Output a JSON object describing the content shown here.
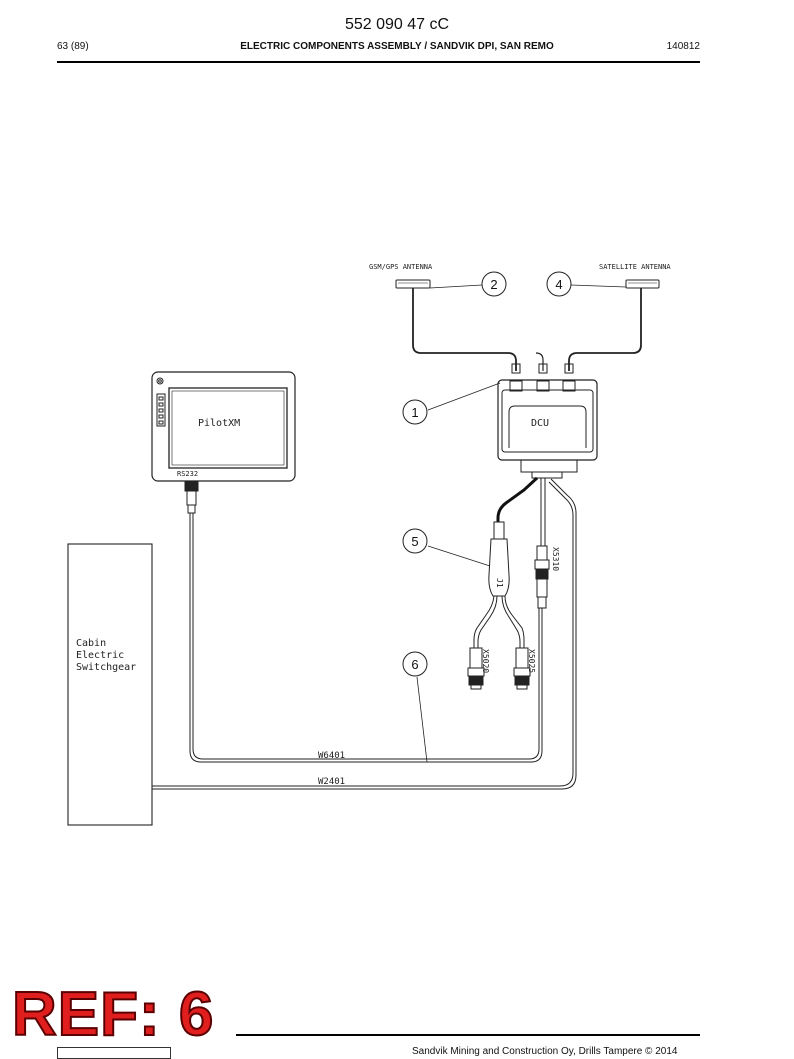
{
  "header": {
    "document_number": "552 090 47 cC",
    "page": "63 (89)",
    "title": "ELECTRIC COMPONENTS ASSEMBLY / SANDVIK DPI, SAN REMO",
    "date_code": "140812"
  },
  "diagram": {
    "antennas": {
      "gsm_gps_label": "GSM/GPS ANTENNA",
      "satellite_label": "SATELLITE ANTENNA"
    },
    "components": {
      "display_label": "PilotXM",
      "display_port_label": "RS232",
      "dcu_label": "DCU",
      "switchgear_line1": "Cabin",
      "switchgear_line2": "Electric",
      "switchgear_line3": "Switchgear"
    },
    "connectors": {
      "x5310": "X5310",
      "j1": "J1",
      "x5020": "X5020",
      "x5025": "X5025"
    },
    "cables": {
      "w6401": "W6401",
      "w2401": "W2401"
    },
    "callouts": [
      "2",
      "4",
      "1",
      "5",
      "6"
    ]
  },
  "footer": {
    "ref_stamp": "REF: 6",
    "copyright": "Sandvik Mining and Construction Oy, Drills Tampere © 2014"
  }
}
